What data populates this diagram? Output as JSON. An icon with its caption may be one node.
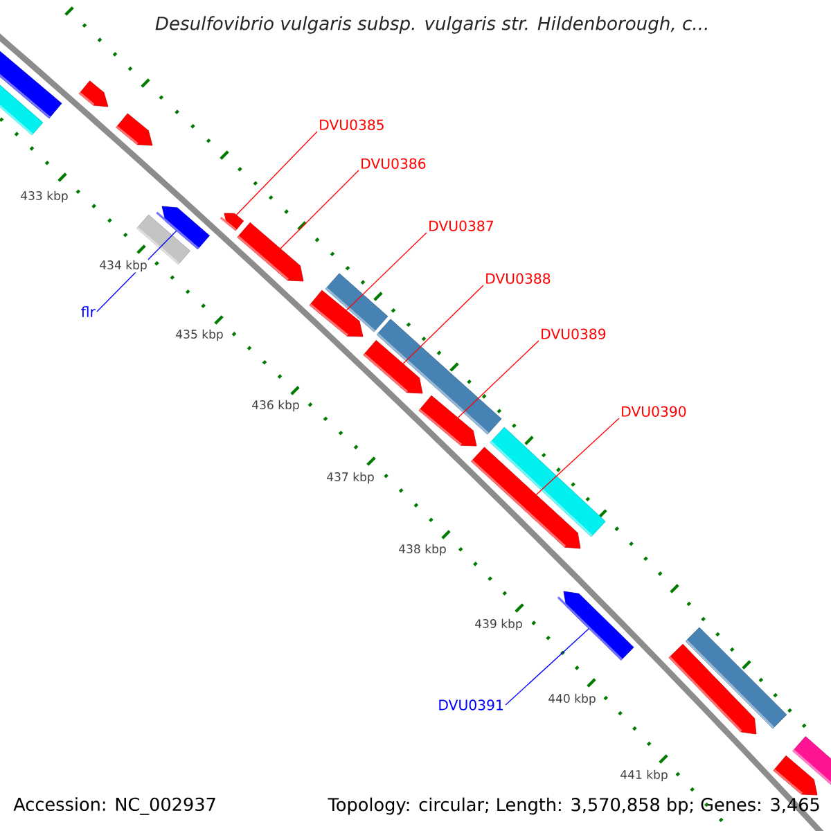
{
  "diagram": {
    "title": "Desulfovibrio vulgaris subsp. vulgaris str. Hildenborough, c...",
    "nodes": [
      {
        "text": [
          "DVU0385"
        ]
      },
      {
        "text": [
          "DVU0386"
        ]
      },
      {
        "text": [
          "DVU0387"
        ]
      },
      {
        "text": [
          "DVU0388"
        ]
      },
      {
        "text": [
          "flr"
        ]
      },
      {
        "text": [
          "DVU0389"
        ]
      },
      {
        "text": [
          "DVU0390"
        ]
      },
      {
        "text": [
          "DVU0391"
        ]
      },
      {
        "text": [],
        "shape": "bar"
      },
      {
        "text": [],
        "shape": "bar"
      },
      {
        "text": [],
        "shape": "bar"
      },
      {
        "text": [],
        "shape": "bar"
      },
      {
        "text": [],
        "shape": "bar"
      },
      {
        "text": [],
        "shape": "bar"
      },
      {
        "text": [],
        "shape": "bar"
      },
      {
        "text": [],
        "shape": "bar"
      },
      {
        "text": [],
        "shape": "bar"
      },
      {
        "text": [],
        "shape": "bar"
      },
      {
        "text": [],
        "shape": "bar"
      },
      {
        "text": [],
        "shape": "bar"
      },
      {
        "text": [],
        "shape": "bar"
      },
      {
        "text": [],
        "shape": "bar"
      },
      {
        "text": [],
        "shape": "bar"
      },
      {
        "text": [],
        "shape": "bar"
      },
      {
        "text": [],
        "shape": "bar"
      },
      {
        "text": [],
        "shape": "bar"
      },
      {
        "text": [],
        "shape": "bar"
      },
      {
        "text": [],
        "shape": "bar"
      }
    ],
    "edges": [
      {
        "from": 0,
        "to": 13,
        "arrow": "none"
      },
      {
        "from": 1,
        "to": 15,
        "arrow": "none"
      },
      {
        "from": 2,
        "to": 17,
        "arrow": "none"
      },
      {
        "from": 3,
        "to": 19,
        "arrow": "none"
      },
      {
        "from": 4,
        "to": 12,
        "arrow": "none",
        "color": "#0000ff"
      },
      {
        "from": 5,
        "to": 20,
        "arrow": "none"
      },
      {
        "from": 6,
        "to": 22,
        "arrow": "none"
      },
      {
        "from": 7,
        "to": 23,
        "arrow": "none",
        "color": "#0000ff"
      }
    ],
    "labels": [
      "433 kbp",
      "434 kbp",
      "435 kbp",
      "436 kbp",
      "437 kbp",
      "438 kbp",
      "439 kbp",
      "440 kbp",
      "441 kbp",
      "Accession: NC_002937",
      "Topology: circular; Length: 3,570,858 bp; Genes: 3,465"
    ]
  }
}
